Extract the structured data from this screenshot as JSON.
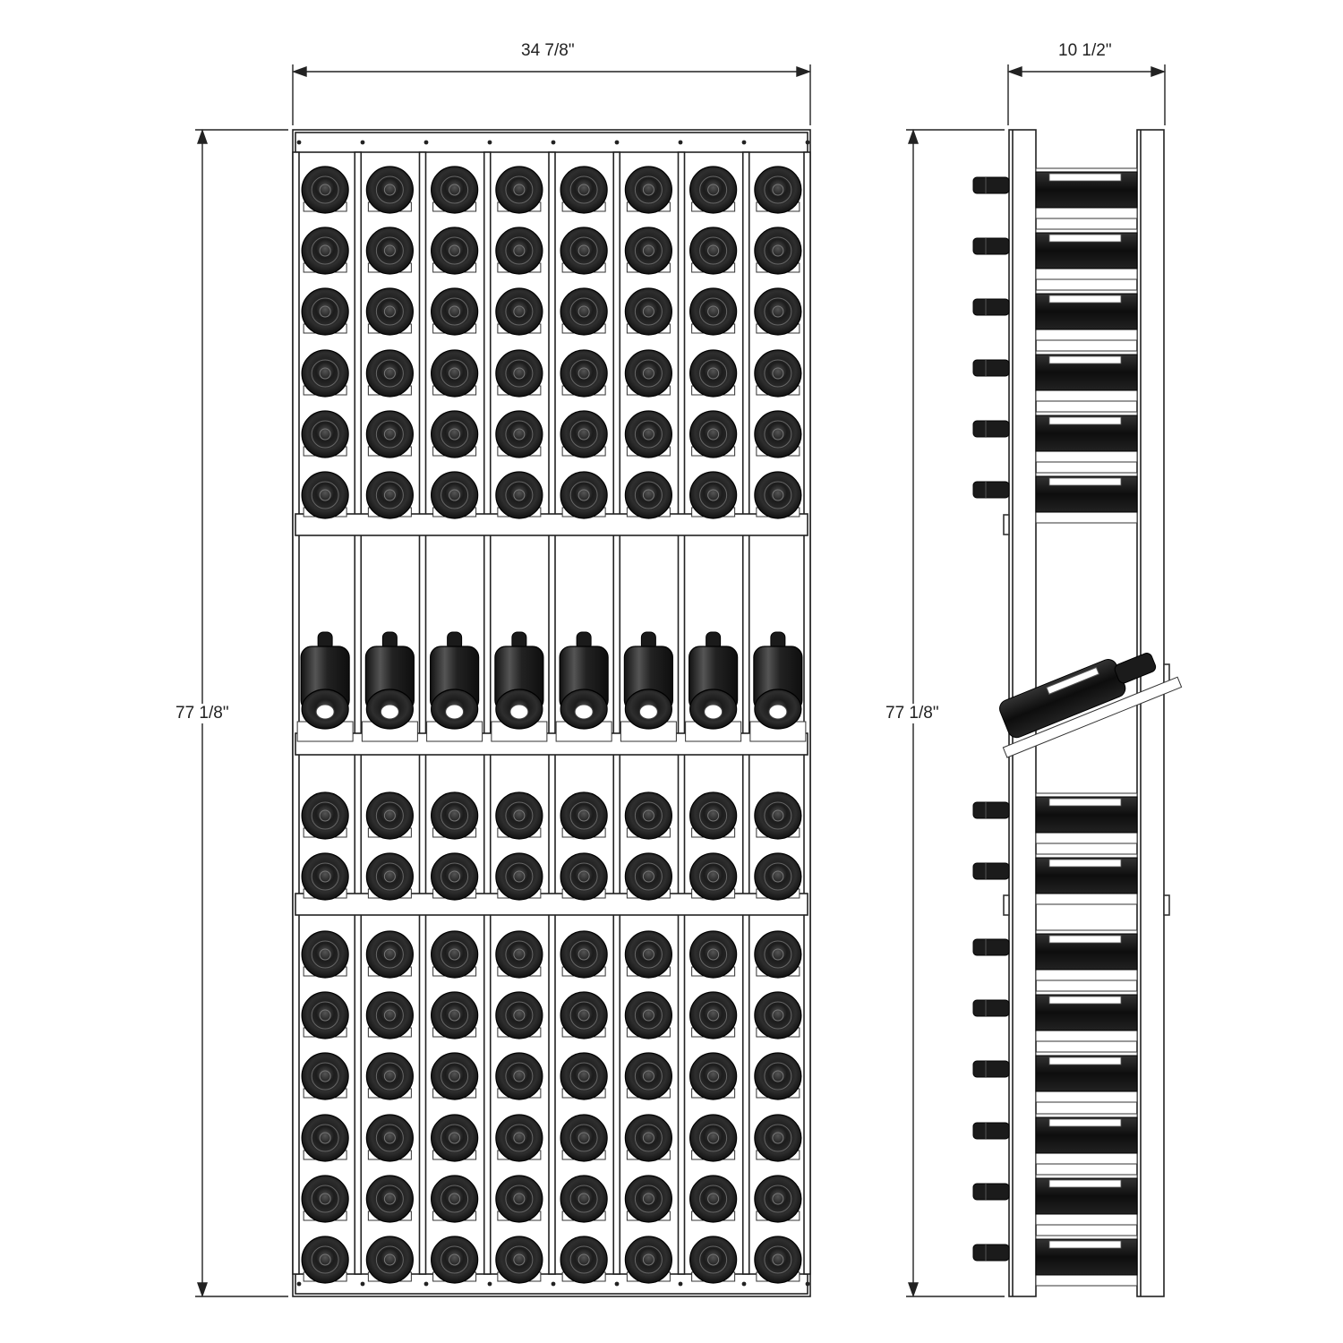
{
  "dimensions": {
    "front_width": "34 7/8\"",
    "front_height": "77 1/8\"",
    "side_depth": "10 1/2\"",
    "side_height": "77 1/8\""
  },
  "rack": {
    "columns": 8,
    "upper_rows": 6,
    "display_row_bottles": 8,
    "middle_rows": 2,
    "lower_rows": 6
  }
}
